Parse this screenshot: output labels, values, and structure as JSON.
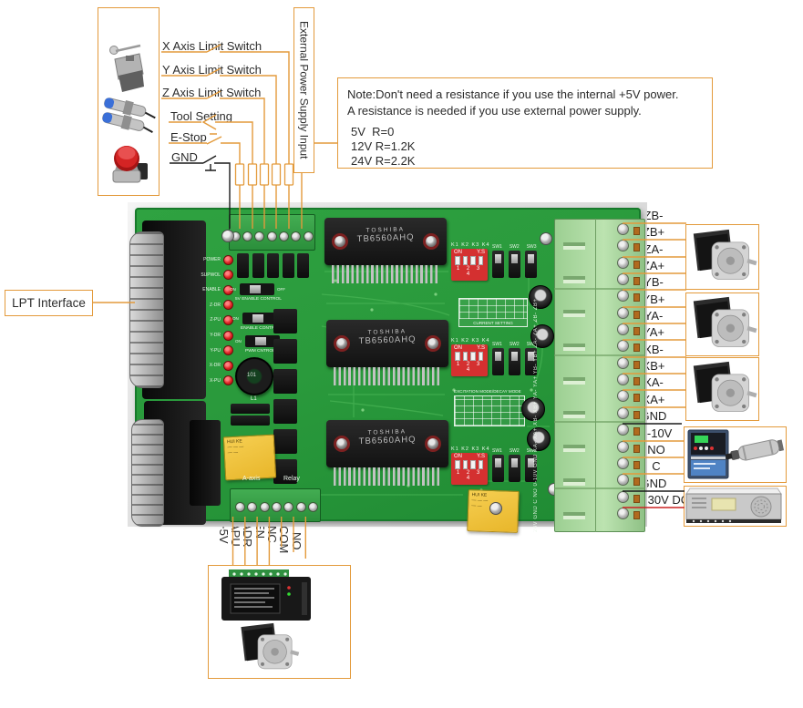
{
  "colors": {
    "accent": "#E39A3B",
    "wire_orange": "#E39A3B",
    "wire_black": "#1a1a1a",
    "wire_red": "#cc2222",
    "pcb_green": "#2a9a3c",
    "terminal_green": "#9ccf92",
    "dip_red": "#d43030"
  },
  "sensor_panel": {
    "labels": [
      "X Axis Limit Switch",
      "Y Axis Limit Switch",
      "Z Axis Limit Switch",
      "Tool Setting",
      "E-Stop",
      "GND"
    ]
  },
  "external_power": {
    "label": "External Power Supply Input"
  },
  "note_box": {
    "line1": "Note:Don't need a resistance if you use the internal +5V power.",
    "line2": "A resistance is needed if you use external power supply.",
    "rows": [
      "5V  R=0",
      "12V R=1.2K",
      "24V R=2.2K"
    ]
  },
  "lpt": {
    "label": "LPT Interface"
  },
  "right_panel": {
    "terminals": [
      {
        "label": "ZB-",
        "wire": "orange"
      },
      {
        "label": "ZB+",
        "wire": "orange"
      },
      {
        "label": "ZA-",
        "wire": "orange"
      },
      {
        "label": "ZA+",
        "wire": "orange"
      },
      {
        "label": "YB-",
        "wire": "orange"
      },
      {
        "label": "YB+",
        "wire": "orange"
      },
      {
        "label": "YA-",
        "wire": "orange"
      },
      {
        "label": "YA+",
        "wire": "orange"
      },
      {
        "label": "XB-",
        "wire": "orange"
      },
      {
        "label": "XB+",
        "wire": "orange"
      },
      {
        "label": "XA-",
        "wire": "orange"
      },
      {
        "label": "XA+",
        "wire": "orange"
      },
      {
        "label": "GND",
        "wire": "black"
      },
      {
        "label": "0-10V",
        "wire": "orange"
      },
      {
        "label": "NO",
        "wire": "orange"
      },
      {
        "label": "C",
        "wire": "orange"
      },
      {
        "label": "GND",
        "wire": "black"
      },
      {
        "label": "12-30V DC",
        "wire": "red"
      }
    ]
  },
  "bottom_panel": {
    "terminals": [
      "+5V",
      "APU",
      "ADR",
      "EN",
      "NC",
      "COM",
      "NO"
    ]
  },
  "board_silk": {
    "chip_brand": "TOSHIBA",
    "chip_model": "TB6560AHQ",
    "dip_top": "K1 K2 K3 K4",
    "dip_on": "ON",
    "dip_ys": "Y.S",
    "dip_numbers": "1 2 3 4",
    "sw_labels": [
      "SW1",
      "SW2",
      "SW3"
    ],
    "current_table": "CURRENT SETTING",
    "excitation_table": "EXCITATION MODE/DECAY MODE",
    "jumpers": [
      "5V ENABLE CONTROL",
      "ENABLE CONTROL",
      "PWM CNTROL"
    ],
    "jumper_on": "ON",
    "jumper_off": "OFF",
    "led_labels": [
      "POWER",
      "SUPWOL",
      "ENABLE",
      "Z-DR",
      "Z-PU",
      "Y-DR",
      "Y-PU",
      "X-DR",
      "X-PU"
    ],
    "a_axis": "A-axis",
    "relay": "Relay",
    "inductor_value": "101",
    "inductor_ref": "L1",
    "relay_brand": "HUI KE",
    "edge_silk": "24V GND C NO 0-10V GND XA- XA+ XB- XB+ YA- YA+ YB- YB+ ZA- ZA+ ZB- ZB+"
  }
}
